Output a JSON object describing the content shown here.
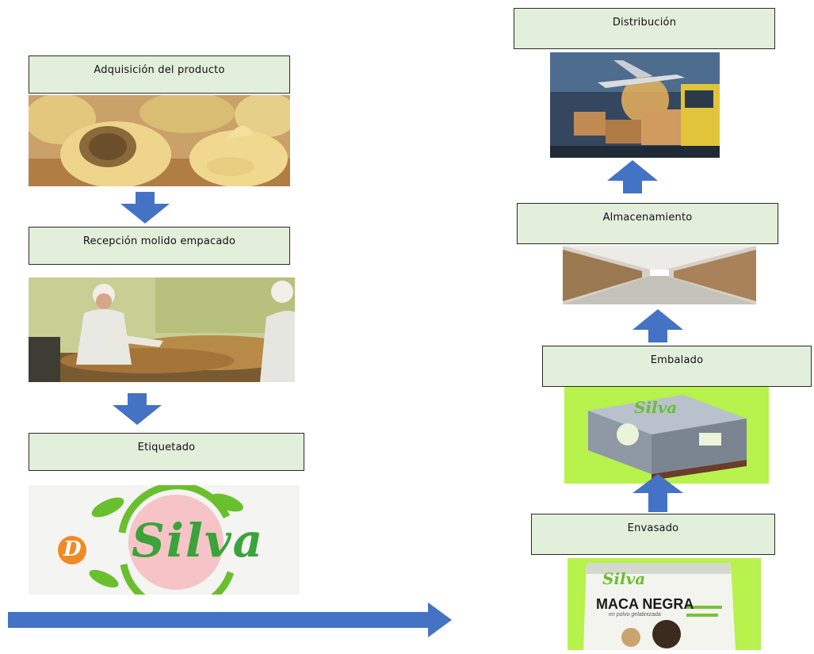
{
  "diagram": {
    "steps": {
      "adquisicion": "Adquisición del producto",
      "recepcion": "Recepción molido empacado",
      "etiquetado": "Etiquetado",
      "envasado": "Envasado",
      "embalado": "Embalado",
      "almacenamiento": "Almacenamiento",
      "distribucion": "Distribución"
    },
    "logo_text": {
      "prefix": "D",
      "brand": "Silva"
    },
    "package_text": {
      "brand": "Silva",
      "product": "MACA NEGRA",
      "subtitle": "en polvo gelatinizada"
    },
    "colors": {
      "label_fill": "#e2efda",
      "arrow_blue": "#4472c4",
      "brand_green": "#6abf2e",
      "lime_background": "#b7f24d"
    }
  }
}
